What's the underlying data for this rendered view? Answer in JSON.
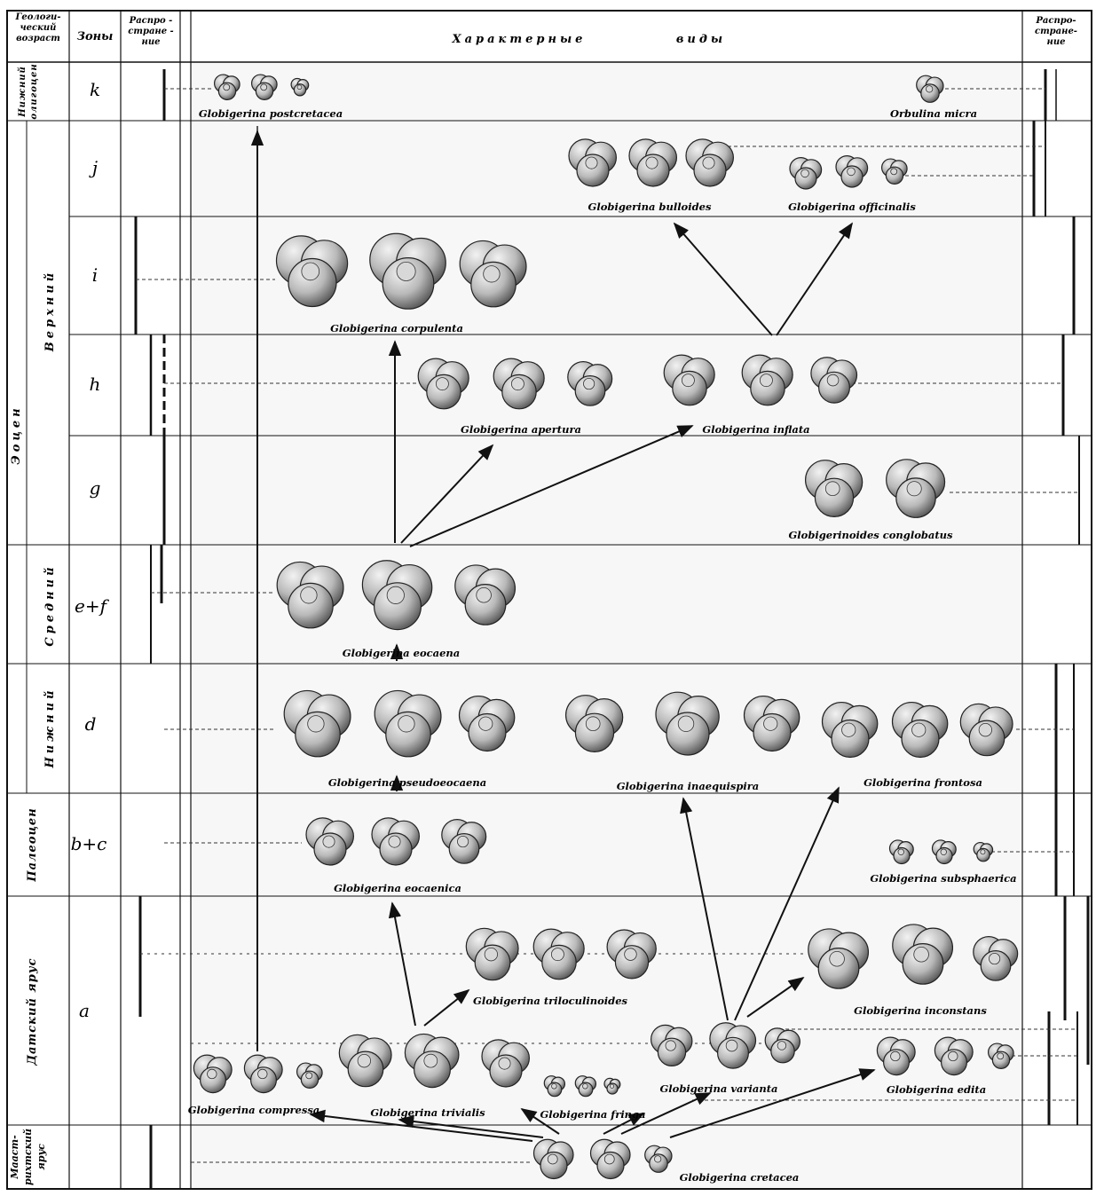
{
  "header": {
    "geo_age": [
      "Геологи-",
      "ческий",
      "возраст"
    ],
    "zones": "Зоны",
    "distribution_left": [
      "Распро -",
      "стране -",
      "ние"
    ],
    "characteristic_species": "Характерные",
    "species_word": "виды",
    "distribution_right": [
      "Распро-",
      "стране-",
      "ние"
    ]
  },
  "zones": [
    "k",
    "j",
    "i",
    "h",
    "g",
    "e+f",
    "d",
    "b+c",
    "a",
    ""
  ],
  "ages": {
    "lower_oligocene": [
      "Нижний",
      "олигоцен"
    ],
    "upper": "Верхний",
    "eocene": "Эоцен",
    "middle": "Средний",
    "lower": "Нижний",
    "paleocene": "Палеоцен",
    "danian": "Датский ярус",
    "maastrichtian": [
      "Мааст-",
      "рихтский",
      "ярус"
    ]
  },
  "species": {
    "postcretacea": "Globigerina postcretacea",
    "micra": "Orbulina micra",
    "bulloides": "Globigerina bulloides",
    "officinalis": "Globigerina officinalis",
    "corpulenta": "Globigerina corpulenta",
    "apertura": "Globigerina apertura",
    "inflata": "Globigerina inflata",
    "conglobatus": "Globigerinoides conglobatus",
    "eocaena": "Globigerina eocaena",
    "pseudoeocaena": "Globigerina pseudoeocaena",
    "inaequispira": "Globigerina inaequispira",
    "frontosa": "Globigerina frontosa",
    "eocaenica": "Globigerina eocaenica",
    "subsphaerica": "Globigerina subsphaerica",
    "triloculinoides": "Globigerina triloculinoides",
    "inconstans": "Globigerina inconstans",
    "compressa": "Globigerina compressa",
    "trivialis": "Globigerina trivialis",
    "fringa": "Globigerina fringa",
    "varianta": "Globigerina varianta",
    "edita": "Globigerina edita",
    "cretacea": "Globigerina cretacea"
  },
  "colors": {
    "ink": "#111111",
    "shell": "#c9c9c9",
    "shell_dark": "#6e6e6e",
    "panel": "#f4f4f4"
  }
}
